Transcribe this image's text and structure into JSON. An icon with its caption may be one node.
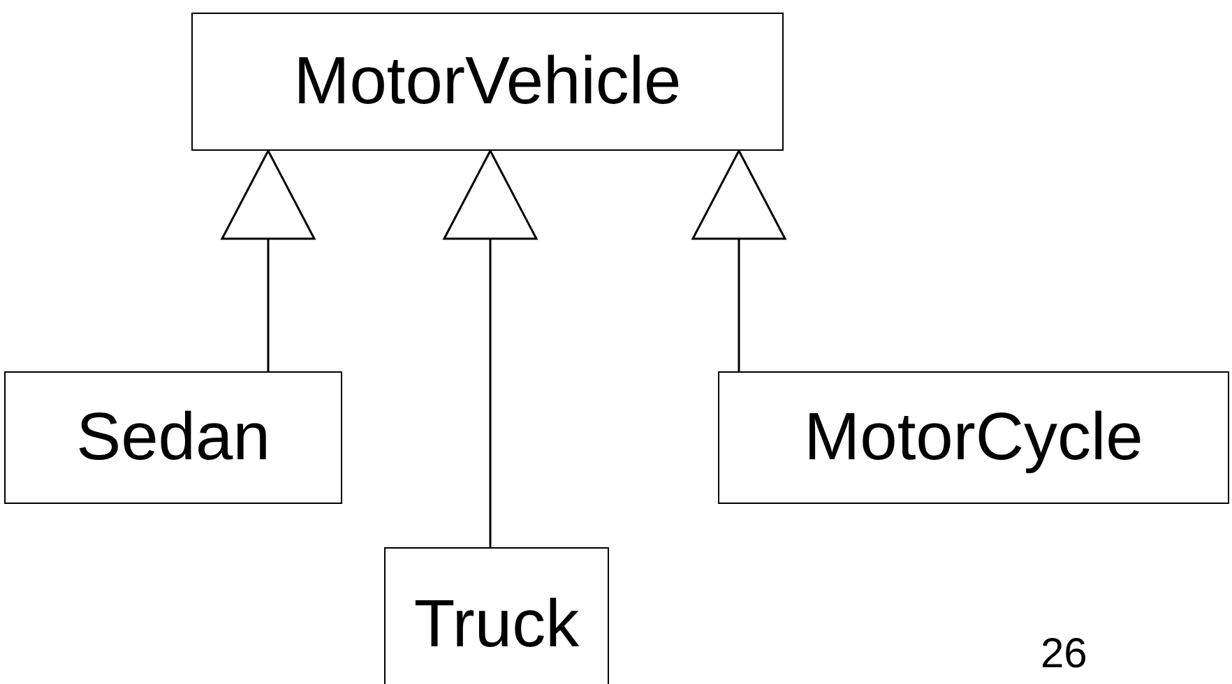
{
  "diagram": {
    "nodes": [
      {
        "text": [
          "MotorVehicle"
        ]
      },
      {
        "text": [
          "Sedan"
        ]
      },
      {
        "text": [
          "Truck"
        ]
      },
      {
        "text": [
          "MotorCycle"
        ]
      }
    ],
    "edges": [
      {
        "from": 1,
        "to": 0,
        "arrow": "to"
      },
      {
        "from": 2,
        "to": 0,
        "arrow": "to"
      },
      {
        "from": 3,
        "to": 0,
        "arrow": "to"
      }
    ],
    "labels": [
      "26"
    ]
  }
}
